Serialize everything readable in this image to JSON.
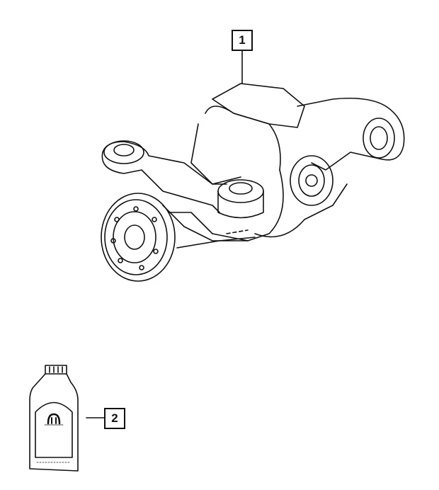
{
  "callouts": [
    {
      "number": "1",
      "part": "differential-assembly"
    },
    {
      "number": "2",
      "part": "gear-oil-bottle"
    }
  ],
  "colors": {
    "line": "#111111",
    "background": "#ffffff"
  }
}
